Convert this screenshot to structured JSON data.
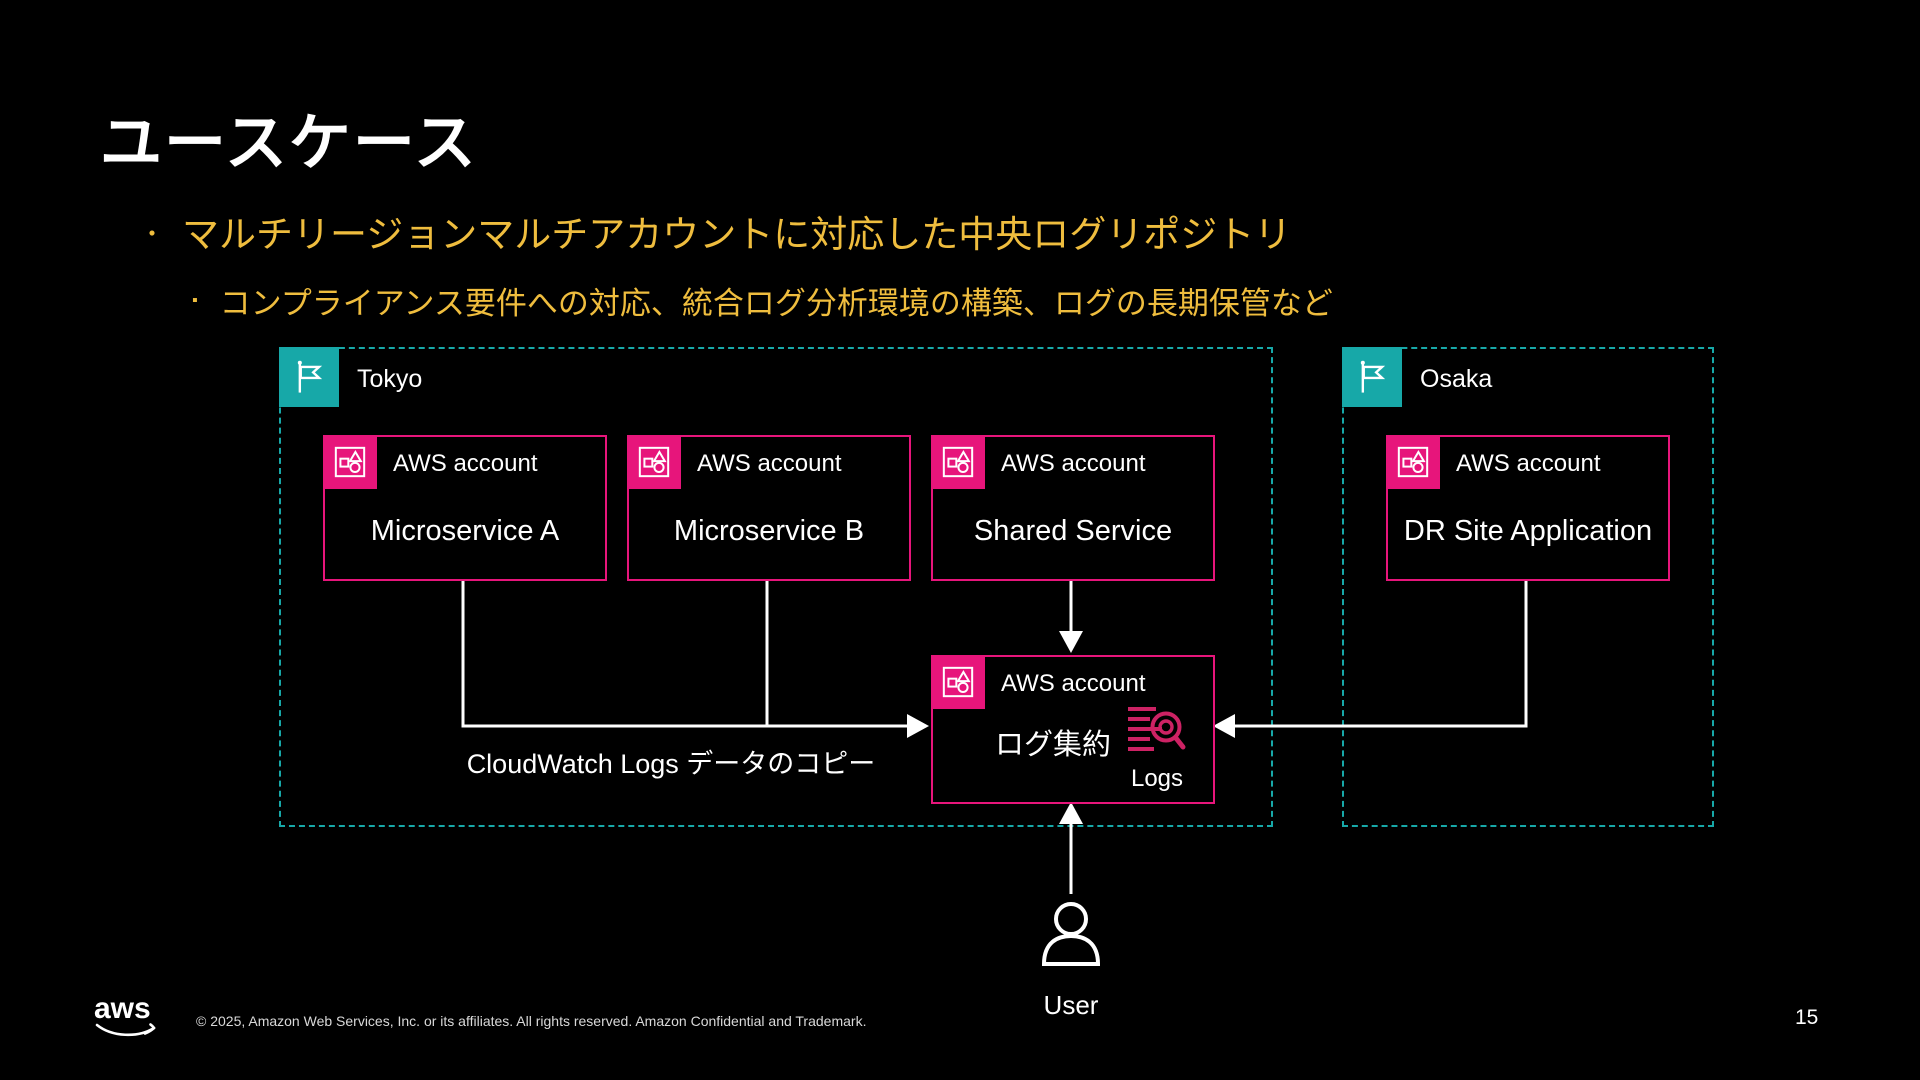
{
  "slide": {
    "title": "ユースケース",
    "page_number": "15",
    "footer_copyright": "© 2025, Amazon Web Services, Inc. or its affiliates. All rights reserved. Amazon Confidential and Trademark.",
    "aws_logo_text": "aws"
  },
  "bullets": {
    "level1_marker": "・",
    "level1": "マルチリージョンマルチアカウントに対応した中央ログリポジトリ",
    "level2_marker": "▪",
    "level2": "コンプライアンス要件への対応、統合ログ分析環境の構築、ログの長期保管など"
  },
  "diagram": {
    "regions": [
      {
        "name": "Tokyo"
      },
      {
        "name": "Osaka"
      }
    ],
    "account_header": "AWS account",
    "accounts": {
      "microservice_a": "Microservice A",
      "microservice_b": "Microservice B",
      "shared_service": "Shared Service",
      "dr_site": "DR Site Application",
      "log_aggregation": "ログ集約"
    },
    "logs_service_label": "Logs",
    "copy_label": "CloudWatch Logs データのコピー",
    "user_label": "User",
    "colors": {
      "region_teal": "#17A8A8",
      "account_pink": "#E7157B",
      "logs_icon_pink": "#CD2264",
      "bullet_yellow": "#EFBD3E",
      "background": "#000000"
    }
  }
}
